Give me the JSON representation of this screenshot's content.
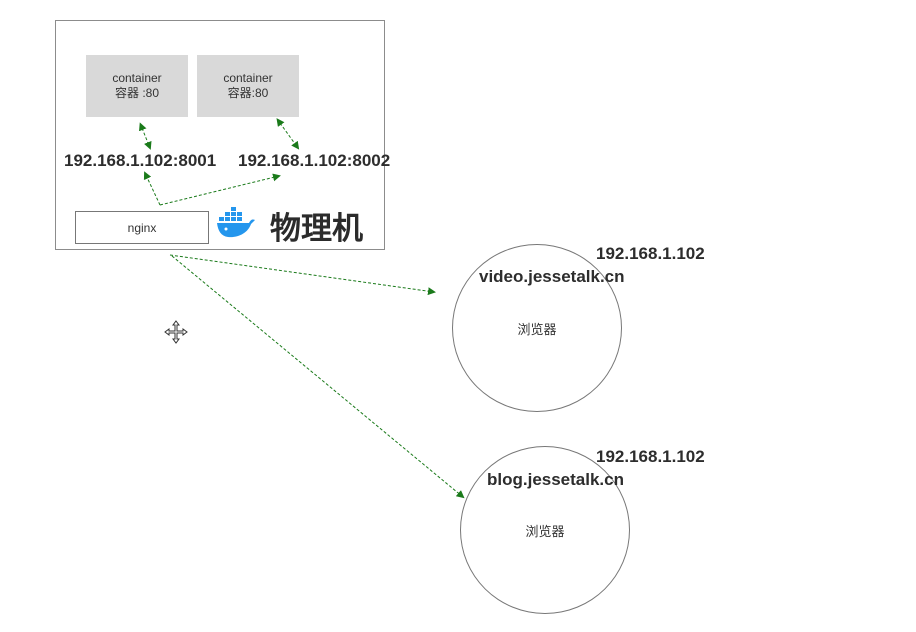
{
  "host": {
    "title": "物理机",
    "containers": [
      {
        "name": "container",
        "port_label": "容器 :80"
      },
      {
        "name": "container",
        "port_label": "容器:80"
      }
    ],
    "ports": [
      "192.168.1.102:8001",
      "192.168.1.102:8002"
    ],
    "nginx_label": "nginx"
  },
  "browsers": [
    {
      "ip": "192.168.1.102",
      "domain": "video.jessetalk.cn",
      "label": "浏览器"
    },
    {
      "ip": "192.168.1.102",
      "domain": "blog.jessetalk.cn",
      "label": "浏览器"
    }
  ],
  "colors": {
    "arrow": "#1a7a1a",
    "container_fill": "#d9d9d9",
    "docker_blue": "#2496ed"
  },
  "icons": {
    "docker": "docker-whale-icon",
    "cursor": "move-cursor-icon"
  }
}
